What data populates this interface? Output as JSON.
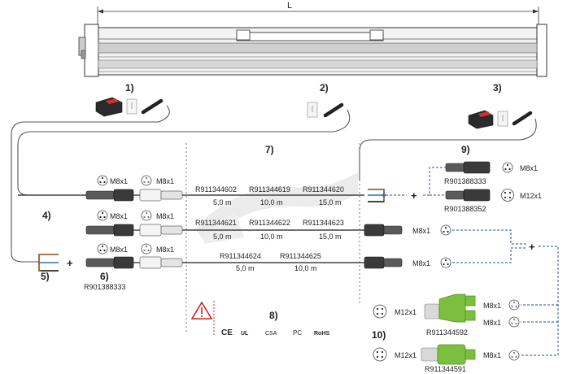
{
  "dimension": {
    "label": "L"
  },
  "callouts": [
    "1)",
    "2)",
    "3)",
    "4)",
    "5)",
    "6)",
    "7)",
    "8)",
    "9)",
    "10)"
  ],
  "left_connectors": [
    "M8x1",
    "M8x1",
    "M8x1"
  ],
  "socket_connectors": [
    "M8x1",
    "M8x1",
    "M8x1"
  ],
  "sensor_part": "R901388333",
  "cables": [
    {
      "parts": [
        "R911344602",
        "R911344619",
        "R911344620"
      ],
      "lengths": [
        "5,0 m",
        "10,0 m",
        "15,0 m"
      ]
    },
    {
      "parts": [
        "R911344621",
        "R911344622",
        "R911344623"
      ],
      "lengths": [
        "5,0 m",
        "10,0 m",
        "15,0 m"
      ]
    },
    {
      "parts": [
        "R911344624",
        "R911344625"
      ],
      "lengths": [
        "5,0 m",
        "10,0 m"
      ]
    }
  ],
  "right_connectors": [
    "M8x1",
    "M8x1"
  ],
  "group9": [
    {
      "part": "R901388333",
      "thread": "M8x1"
    },
    {
      "part": "R901388352",
      "thread": "M12x1"
    }
  ],
  "adapters": [
    {
      "part": "R911344592",
      "thread_in": "M12x1",
      "thread_out": [
        "M8x1",
        "M8x1"
      ]
    },
    {
      "part": "R911344591",
      "thread_in": "M12x1",
      "thread_out": [
        "M8x1"
      ]
    }
  ],
  "certifications": [
    "CE",
    "UL",
    "CSA",
    "PC",
    "RoHS"
  ],
  "plus_sign": "+",
  "colors": {
    "cable": "#4a4a4a",
    "dashed": "#2f4f9a",
    "adapter": "#7cbf3f",
    "wire_brown": "#8b4a1a",
    "wire_blue": "#2a6fc0",
    "warning": "#d42020"
  }
}
